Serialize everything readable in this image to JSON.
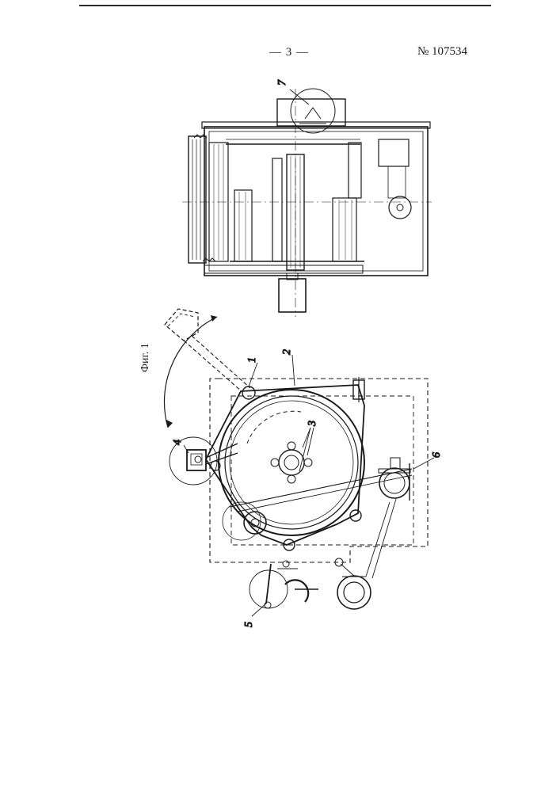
{
  "header": {
    "page_number": "— 3 —",
    "patent_number": "№ 107534"
  },
  "figure": {
    "label": "Фиг. 1"
  },
  "callouts": {
    "c1": "1",
    "c2": "2",
    "c3": "3",
    "c4": "4",
    "c5": "5",
    "c6": "6",
    "c7": "7"
  }
}
